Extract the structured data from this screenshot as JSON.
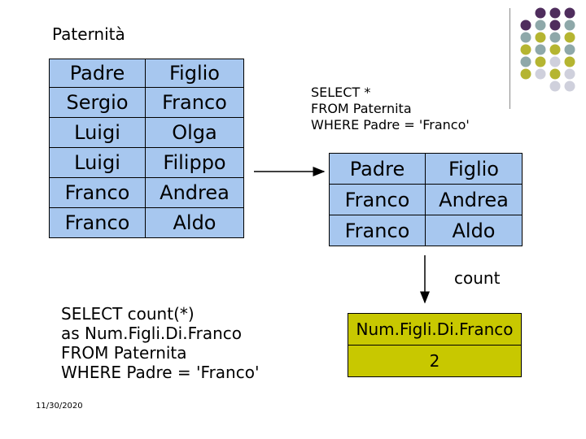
{
  "title": "Paternità",
  "table1": {
    "headers": [
      "Padre",
      "Figlio"
    ],
    "rows": [
      [
        "Sergio",
        "Franco"
      ],
      [
        "Luigi",
        "Olga"
      ],
      [
        "Luigi",
        "Filippo"
      ],
      [
        "Franco",
        "Andrea"
      ],
      [
        "Franco",
        "Aldo"
      ]
    ]
  },
  "query1": "SELECT *\nFROM Paternita\nWHERE Padre = 'Franco'",
  "table2": {
    "headers": [
      "Padre",
      "Figlio"
    ],
    "rows": [
      [
        "Franco",
        "Andrea"
      ],
      [
        "Franco",
        "Aldo"
      ]
    ]
  },
  "count_label": "count",
  "query2": "SELECT count(*)\nas Num.Figli.Di.Franco\nFROM Paternita\nWHERE Padre = 'Franco'",
  "result": {
    "header": "Num.Figli.Di.Franco",
    "value": "2"
  },
  "date": "11/30/2020",
  "colors": {
    "table_fill": "#a7c7ef",
    "result_fill": "#c8c800",
    "dot_purple": "#4f2d5d",
    "dot_teal": "#8ea8a9",
    "dot_olive": "#b5b531",
    "dot_gray": "#cfd0dc"
  }
}
